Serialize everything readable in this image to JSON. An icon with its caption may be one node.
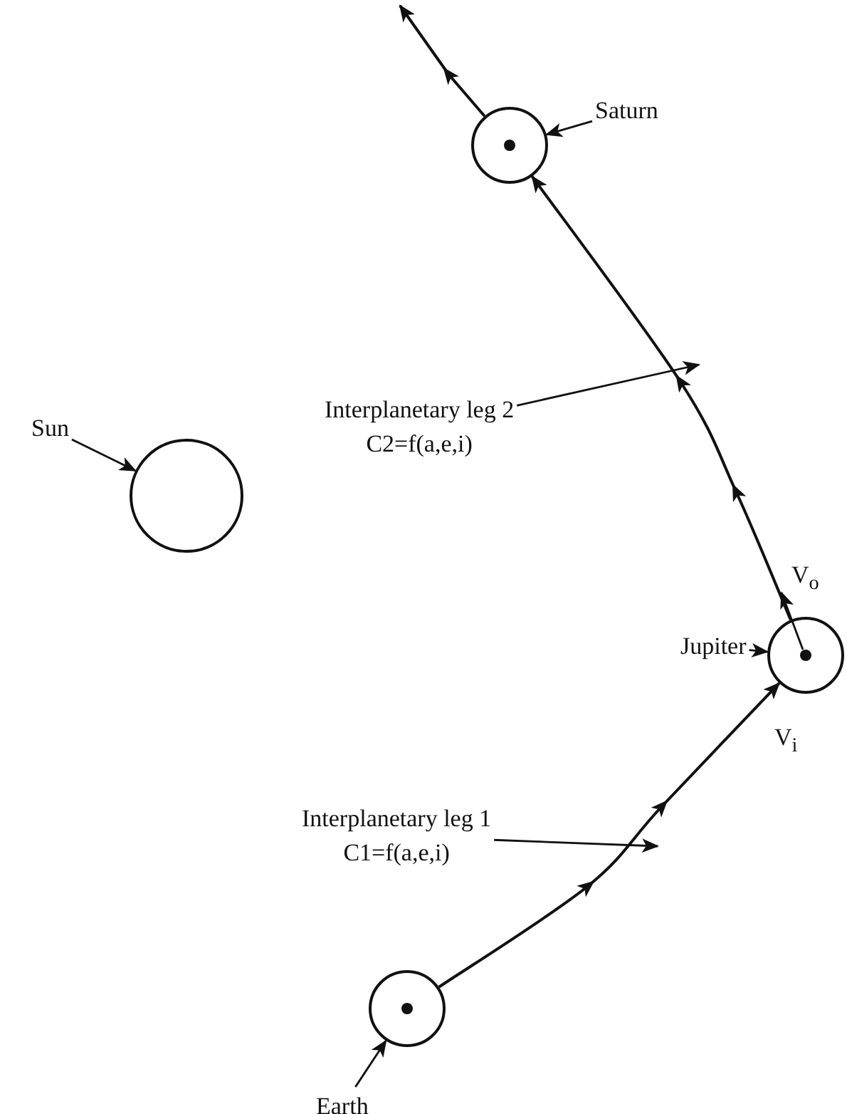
{
  "diagram": {
    "nodes": [
      {
        "text": [
          "Saturn"
        ]
      },
      {
        "text": [],
        "shape": "circle"
      },
      {
        "text": [
          "Interplanetary leg 2",
          "C2=f(a,e,i)"
        ]
      },
      {
        "text": [
          "Sun"
        ]
      },
      {
        "text": [],
        "shape": "circle"
      },
      {
        "text": [
          "Jupiter"
        ]
      },
      {
        "text": [],
        "shape": "circle"
      },
      {
        "text": [
          "Interplanetary leg 1",
          "C1=f(a,e,i)"
        ]
      },
      {
        "text": [
          "Earth"
        ]
      },
      {
        "text": [],
        "shape": "circle"
      }
    ],
    "edges": [
      {
        "from": 0,
        "to": 1,
        "arrow": "to"
      },
      {
        "from": 2,
        "to": null,
        "arrow": "to"
      },
      {
        "from": 3,
        "to": 4,
        "arrow": "to"
      },
      {
        "from": 5,
        "to": 6,
        "arrow": "to"
      },
      {
        "from": 7,
        "to": null,
        "arrow": "to"
      },
      {
        "from": 8,
        "to": 9,
        "arrow": "to"
      },
      {
        "from": 9,
        "to": 6,
        "arrow": "to"
      },
      {
        "from": 6,
        "to": 1,
        "arrow": "to"
      },
      {
        "from": 1,
        "to": null,
        "arrow": "to"
      }
    ],
    "labels": [
      "V$_{o}$",
      "V$_{i}$"
    ]
  }
}
